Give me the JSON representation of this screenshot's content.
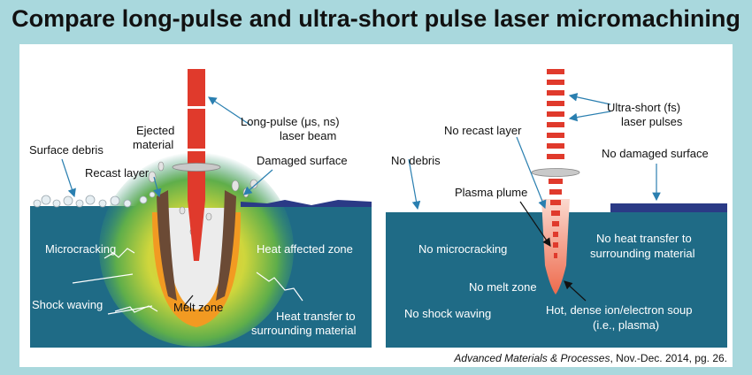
{
  "title": "Compare long-pulse and ultra-short pulse laser micromachining",
  "left_panel": {
    "beam_label_line1": "Long-pulse (μs, ns)",
    "beam_label_line2": "laser beam",
    "ejected_line1": "Ejected",
    "ejected_line2": "material",
    "surface_debris": "Surface debris",
    "recast_layer": "Recast layer",
    "damaged_surface": "Damaged surface",
    "microcracking": "Microcracking",
    "heat_affected_zone": "Heat affected zone",
    "shock_waving": "Shock waving",
    "melt_zone": "Melt zone",
    "heat_transfer_line1": "Heat transfer to",
    "heat_transfer_line2": "surrounding material"
  },
  "right_panel": {
    "pulses_label_line1": "Ultra-short (fs)",
    "pulses_label_line2": "laser pulses",
    "no_recast_layer": "No recast layer",
    "no_debris": "No debris",
    "no_damaged_surface": "No damaged surface",
    "plasma_plume": "Plasma plume",
    "no_microcracking": "No microcracking",
    "no_heat_transfer_line1": "No heat transfer to",
    "no_heat_transfer_line2": "surrounding material",
    "no_melt_zone": "No melt zone",
    "no_shock_waving": "No shock waving",
    "plasma_line1": "Hot, dense ion/electron soup",
    "plasma_line2": "(i.e., plasma)"
  },
  "citation": {
    "journal": "Advanced Materials & Processes",
    "details": ", Nov.-Dec. 2014, pg. 26."
  },
  "colors": {
    "background": "#a9d8dd",
    "material": "#1f6b86",
    "laser": "#e03a2c",
    "damaged_surface": "#2a3a86",
    "heat_zone": "#c9d43a",
    "melt_zone": "#f29a22",
    "recast": "#6b4a35"
  }
}
